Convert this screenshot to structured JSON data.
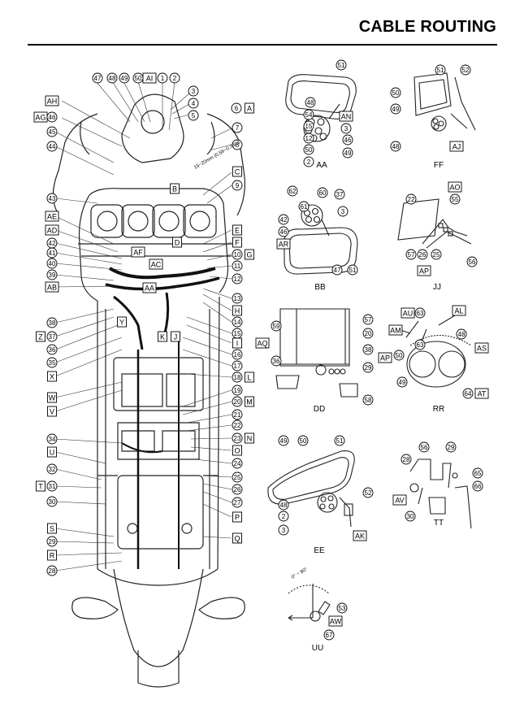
{
  "page": {
    "title": "CABLE ROUTING"
  },
  "main": {
    "callouts_left": [
      "47",
      "48",
      "49",
      "50",
      "AI",
      "1",
      "2",
      "3",
      "4",
      "5",
      "6",
      "A",
      "AH",
      "AG",
      "46",
      "45",
      "44",
      "7",
      "8",
      "C",
      "9",
      "B",
      "43",
      "AE",
      "AD",
      "42",
      "41",
      "40",
      "39",
      "AB",
      "E",
      "F",
      "10",
      "G",
      "11",
      "12",
      "13",
      "H",
      "14",
      "15",
      "I",
      "16",
      "17",
      "18",
      "L",
      "38",
      "Z",
      "37",
      "36",
      "35",
      "X",
      "W",
      "V",
      "19",
      "20",
      "M",
      "21",
      "22",
      "23",
      "N",
      "O",
      "24",
      "25",
      "26",
      "27",
      "P",
      "Q",
      "34",
      "U",
      "32",
      "T",
      "31",
      "30",
      "S",
      "29",
      "R",
      "28",
      "D",
      "AF",
      "AC",
      "AA",
      "Y",
      "K",
      "J"
    ],
    "frame_labels": [
      "B",
      "A",
      "D",
      "D",
      "J",
      "J",
      "G",
      "G",
      "H"
    ]
  },
  "details": {
    "AA": {
      "caption": "AA",
      "callouts": [
        "51",
        "48",
        "54",
        "15",
        "12",
        "50",
        "2",
        "AN",
        "3",
        "46",
        "49"
      ]
    },
    "FF": {
      "caption": "FF",
      "callouts": [
        "51",
        "52",
        "50",
        "49",
        "48",
        "AJ"
      ]
    },
    "BB": {
      "caption": "BB",
      "callouts": [
        "62",
        "60",
        "37",
        "61",
        "3",
        "42",
        "46",
        "AR",
        "47",
        "51"
      ]
    },
    "JJ": {
      "caption": "JJ",
      "callouts": [
        "AO",
        "22",
        "55",
        "57",
        "26",
        "25",
        "AP",
        "56"
      ]
    },
    "DD": {
      "caption": "DD",
      "callouts": [
        "59",
        "57",
        "AQ",
        "20",
        "36",
        "38",
        "AP",
        "29",
        "58"
      ]
    },
    "RR": {
      "caption": "RR",
      "callouts": [
        "AU",
        "63",
        "AL",
        "AM",
        "48",
        "63",
        "AS",
        "50",
        "49",
        "64",
        "AT"
      ]
    },
    "EE": {
      "caption": "EE",
      "callouts": [
        "49",
        "50",
        "51",
        "52",
        "48",
        "2",
        "3",
        "AK"
      ]
    },
    "TT": {
      "caption": "TT",
      "callouts": [
        "56",
        "29",
        "28",
        "65",
        "AV",
        "66",
        "30"
      ]
    },
    "UU": {
      "caption": "UU",
      "callouts": [
        "53",
        "AW",
        "67"
      ],
      "angle": "0° ~ 90°"
    }
  },
  "notes": {
    "dim_small": "15~20mm (0.59~0.79in)"
  }
}
